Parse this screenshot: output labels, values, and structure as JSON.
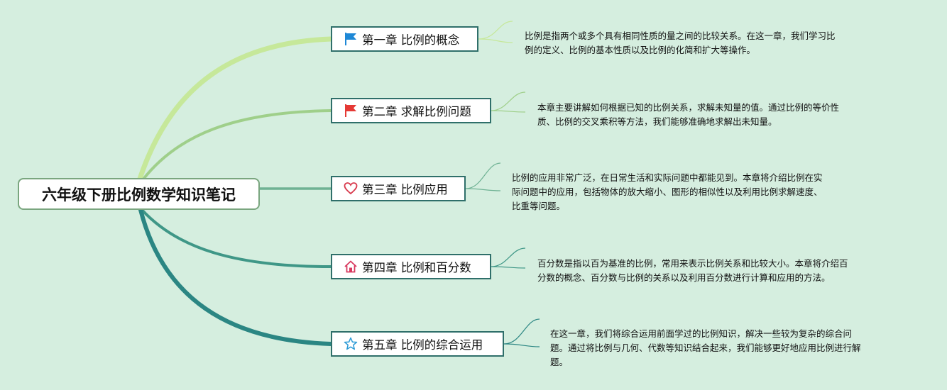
{
  "root": {
    "title": "六年级下册比例数学知识笔记"
  },
  "chapters": [
    {
      "title": "第一章 比例的概念",
      "icon": "blue-flag-icon",
      "note_lines": [
        "比例是指两个或多个具有相同性质的量之间的比较关系。在这一章，我们学习比",
        "例的定义、比例的基本性质以及比例的化简和扩大等操作。"
      ]
    },
    {
      "title": "第二章 求解比例问题",
      "icon": "red-flag-icon",
      "note_lines": [
        "本章主要讲解如何根据已知的比例关系，求解未知量的值。通过比例的等价性",
        "质、比例的交叉乘积等方法，我们能够准确地求解出未知量。"
      ]
    },
    {
      "title": "第三章 比例应用",
      "icon": "heart-icon",
      "note_lines": [
        "比例的应用非常广泛，在日常生活和实际问题中都能见到。本章将介绍比例在实",
        "际问题中的应用，包括物体的放大缩小、图形的相似性以及利用比例求解速度、",
        "比重等问题。"
      ]
    },
    {
      "title": "第四章 比例和百分数",
      "icon": "home-icon",
      "note_lines": [
        "百分数是指以百为基准的比例，常用来表示比例关系和比较大小。本章将介绍百",
        "分数的概念、百分数与比例的关系以及利用百分数进行计算和应用的方法。"
      ]
    },
    {
      "title": "第五章 比例的综合运用",
      "icon": "star-icon",
      "note_lines": [
        "在这一章，我们将综合运用前面学过的比例知识，解决一些较为复杂的综合问",
        "题。通过将比例与几何、代数等知识结合起来，我们能够更好地应用比例进行解",
        "题。"
      ]
    }
  ],
  "colors": {
    "background": "#d5eedf",
    "branch_1": "#c6e89a",
    "branch_2": "#9fcf8a",
    "branch_3": "#6fb294",
    "branch_4": "#3f9787",
    "branch_5": "#2b8683",
    "flag_blue": "#1e88d6",
    "flag_red": "#e53935",
    "heart": "#d8394c",
    "home": "#d8395f",
    "star": "#2b9ad6"
  }
}
